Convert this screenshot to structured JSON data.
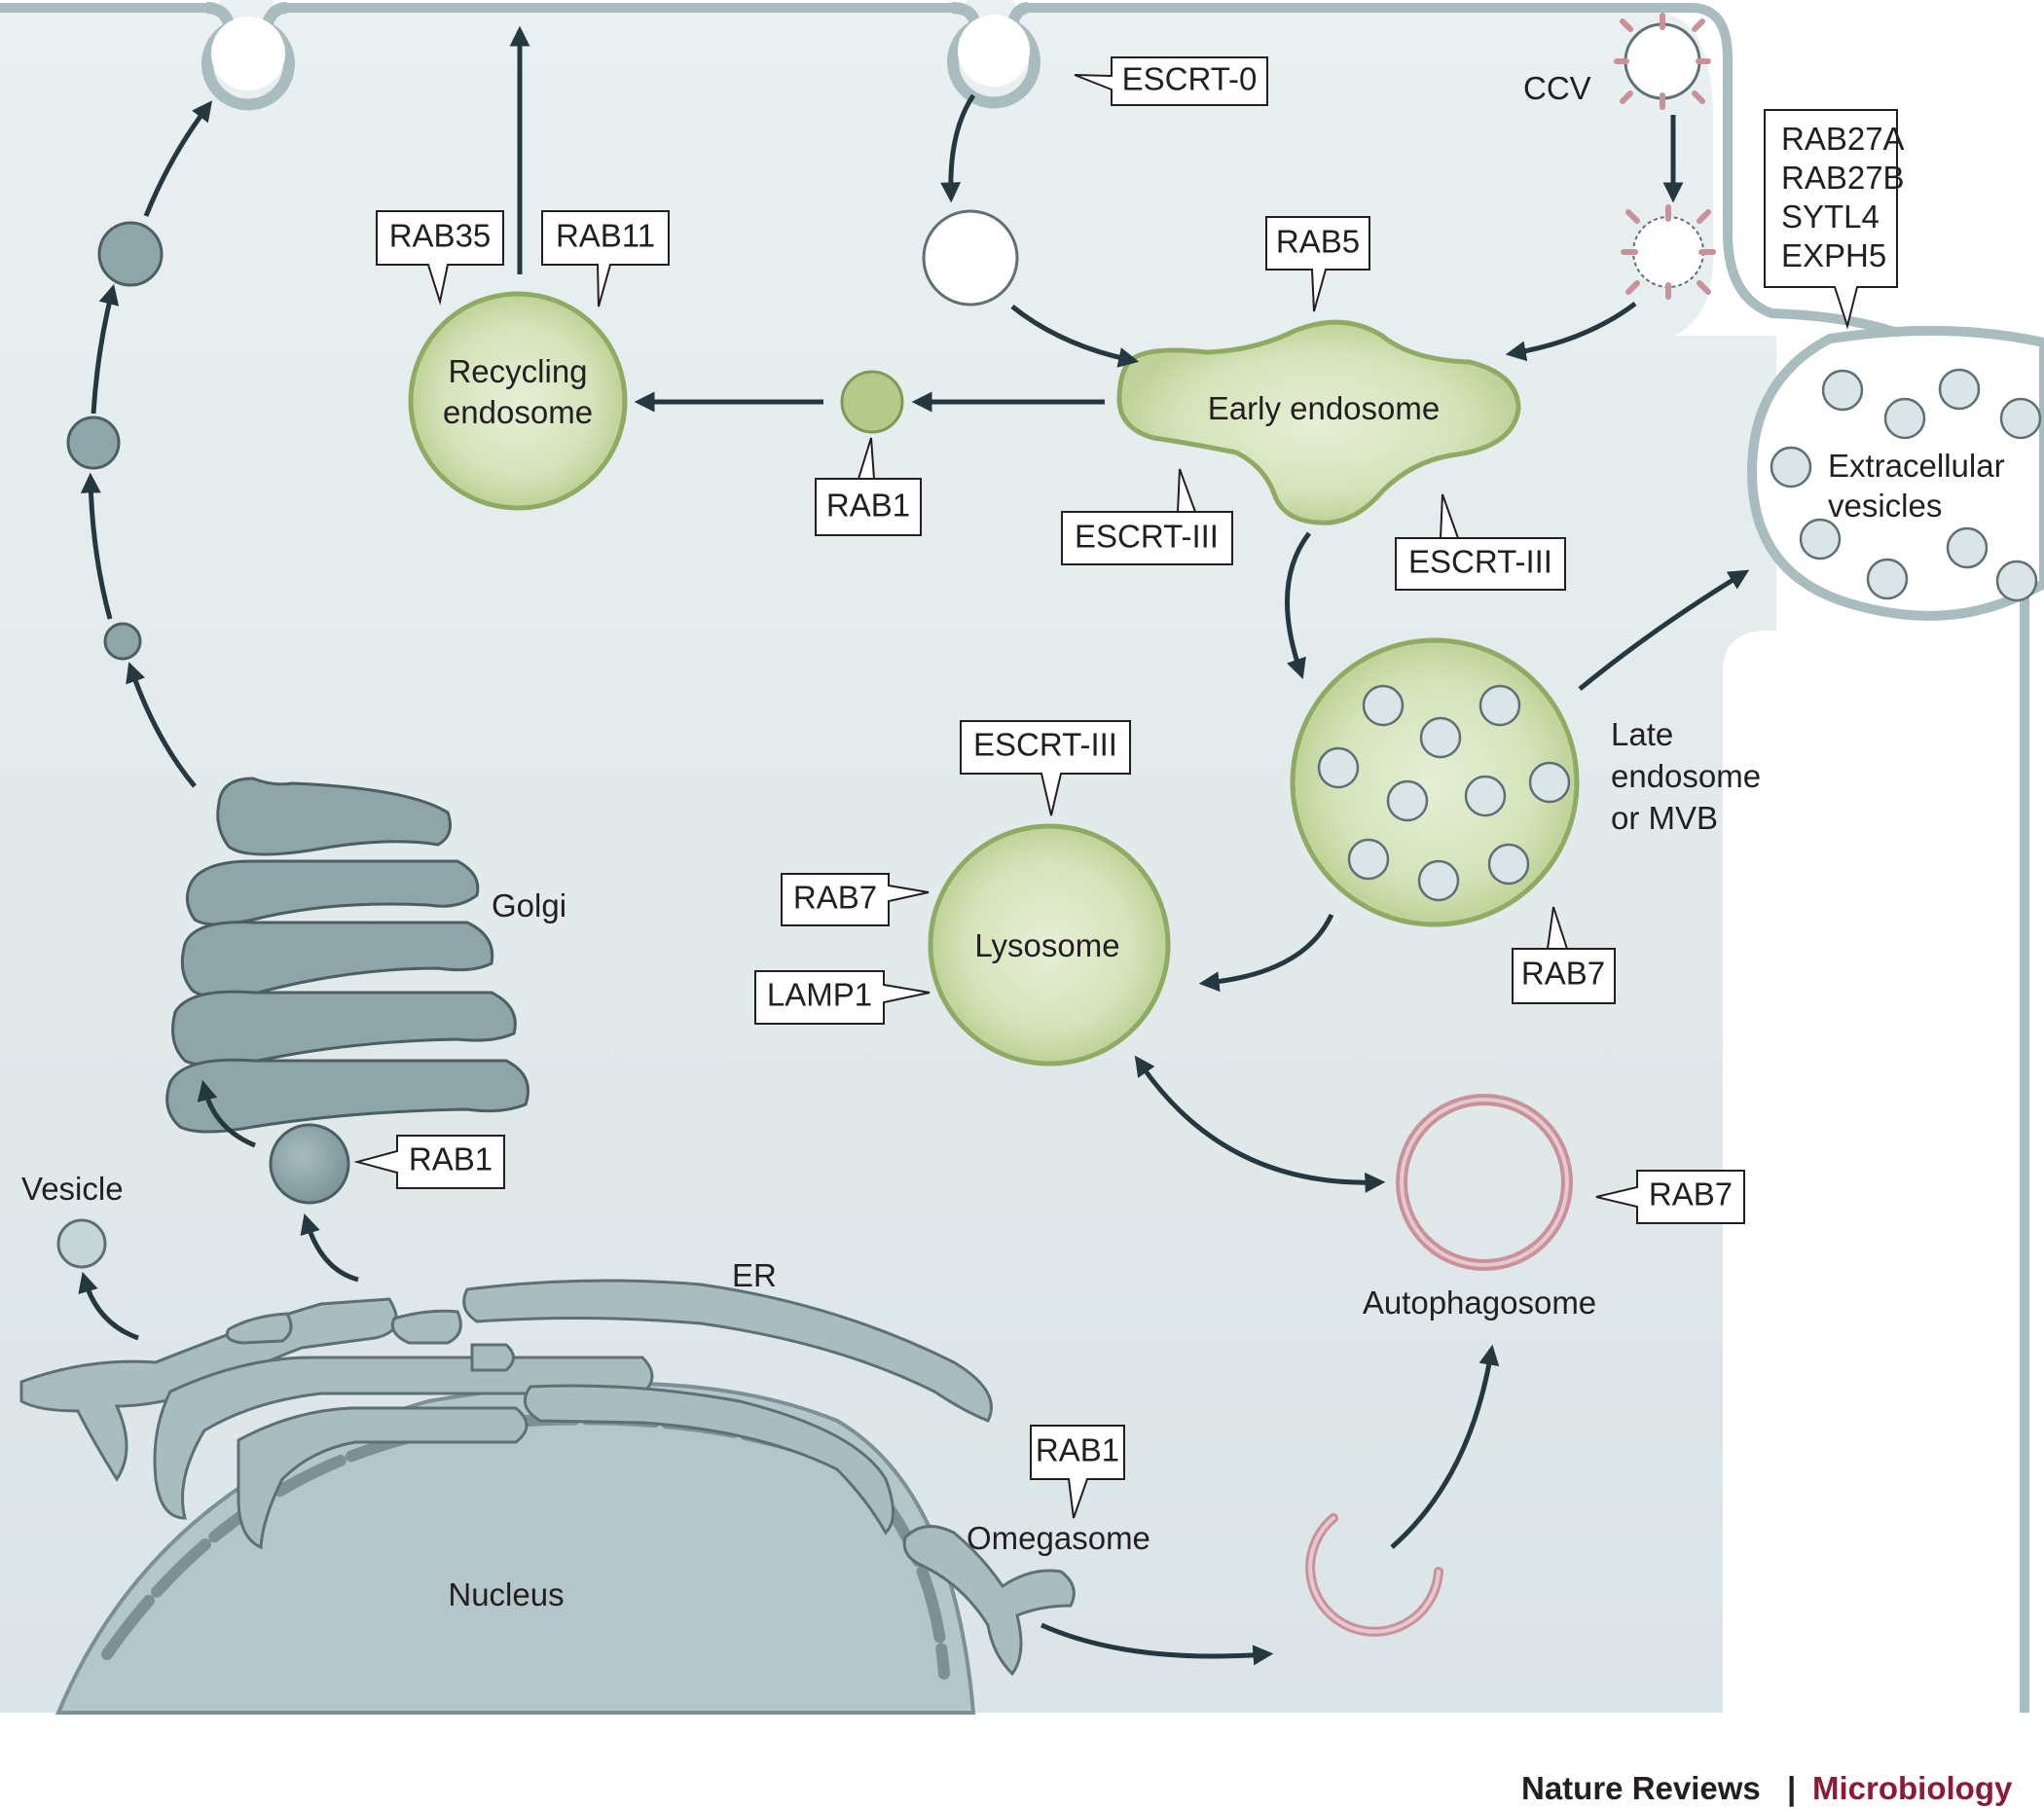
{
  "labels": {
    "golgi": "Golgi",
    "er": "ER",
    "nucleus": "Nucleus",
    "vesicle": "Vesicle",
    "ccv": "CCV",
    "recycling_endosome_1": "Recycling",
    "recycling_endosome_2": "endosome",
    "early_endosome": "Early endosome",
    "late_endosome_1": "Late",
    "late_endosome_2": "endosome",
    "late_endosome_3": "or MVB",
    "lysosome": "Lysosome",
    "autophagosome": "Autophagosome",
    "omegasome": "Omegasome",
    "extracellular_vesicles_1": "Extracellular",
    "extracellular_vesicles_2": "vesicles"
  },
  "tags": {
    "escrt0": "ESCRT-0",
    "rab35": "RAB35",
    "rab11": "RAB11",
    "rab5": "RAB5",
    "rab1_recycling": "RAB1",
    "escrt3_early_left": "ESCRT-III",
    "escrt3_early_right": "ESCRT-III",
    "escrt3_lysosome": "ESCRT-III",
    "rab7_lysosome": "RAB7",
    "lamp1": "LAMP1",
    "rab7_late": "RAB7",
    "rab1_golgi": "RAB1",
    "rab7_autophagosome": "RAB7",
    "rab1_omegasome": "RAB1",
    "ev_line1": "RAB27A",
    "ev_line2": "RAB27B",
    "ev_line3": "SYTL4",
    "ev_line4": "EXPH5"
  },
  "footer": {
    "journal": "Nature Reviews",
    "separator": "|",
    "section": "Microbiology"
  },
  "colors": {
    "cytoplasm": "#e4ecee",
    "membrane": "#a9bcbf",
    "endosome_fill": "#cbdca8",
    "endosome_stroke": "#8faa62",
    "autophagosome": "#c9929b",
    "arrow": "#253840",
    "brand": "#8c1b3a"
  }
}
